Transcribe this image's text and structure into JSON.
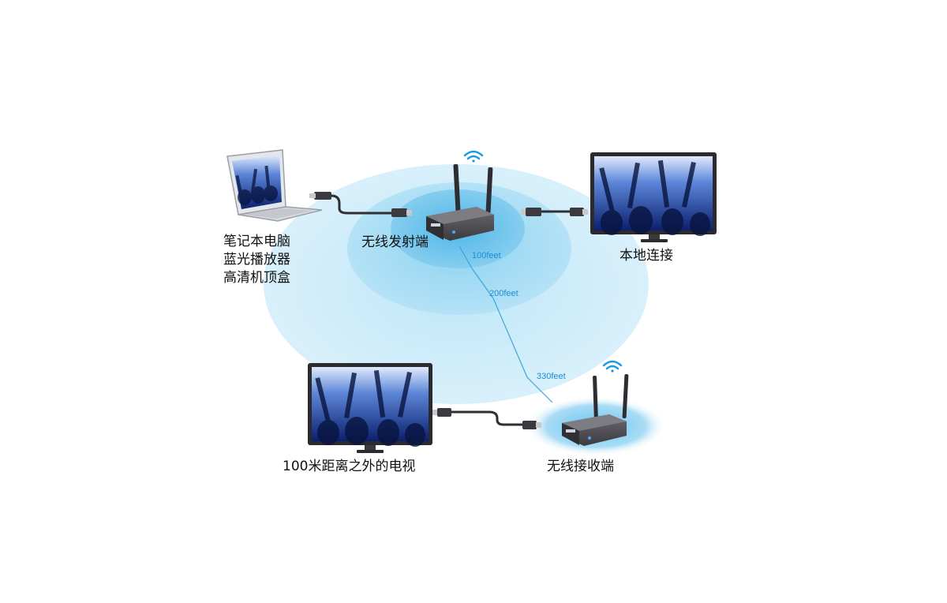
{
  "labels": {
    "source_devices": [
      "笔记本电脑",
      "蓝光播放器",
      "高清机顶盒"
    ],
    "transmitter": "无线发射端",
    "local_connection": "本地连接",
    "remote_tv": "100米距离之外的电视",
    "receiver": "无线接收端"
  },
  "distances": {
    "d1": "100feet",
    "d2": "200feet",
    "d3": "330feet"
  },
  "colors": {
    "coverage": "#8fd3f0",
    "distance_line": "#3aa6dc",
    "device_body": "#4a4a4e",
    "wifi_icon": "#1c9ae0",
    "screen_dark": "#0b1f6e"
  }
}
